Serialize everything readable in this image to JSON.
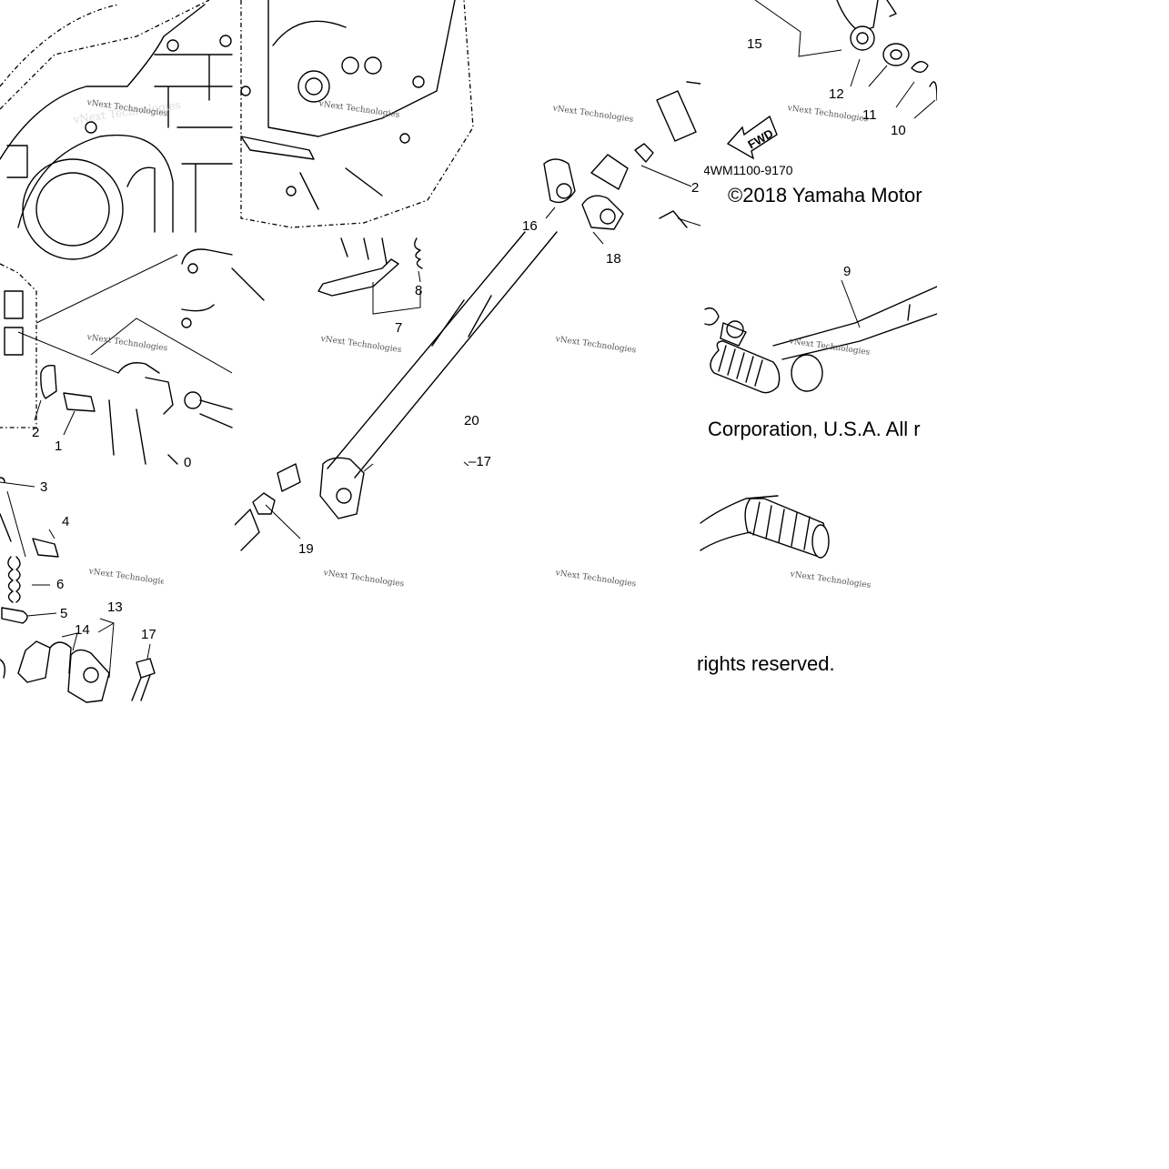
{
  "callouts": {
    "c1": "1",
    "c2": "2",
    "c3": "3",
    "c4": "4",
    "c5": "5",
    "c6": "6",
    "c7": "7",
    "c8": "8",
    "c9": "9",
    "c10": "10",
    "c11": "11",
    "c12": "12",
    "c13": "13",
    "c14": "14",
    "c15": "15",
    "c16": "16",
    "c17a": "17",
    "c17b": "–17",
    "c18": "18",
    "c19": "19",
    "c20": "20",
    "c2b": "2",
    "c0": "0"
  },
  "watermark": {
    "text": "vNext Technologies"
  },
  "fwd_label": "FWD",
  "part_code": "4WM1100-9170",
  "copyright": {
    "line1": "©2018 Yamaha Motor",
    "line2": "Corporation, U.S.A. All r",
    "line3": "rights reserved."
  },
  "icons": [
    "fwd-arrow-icon"
  ]
}
